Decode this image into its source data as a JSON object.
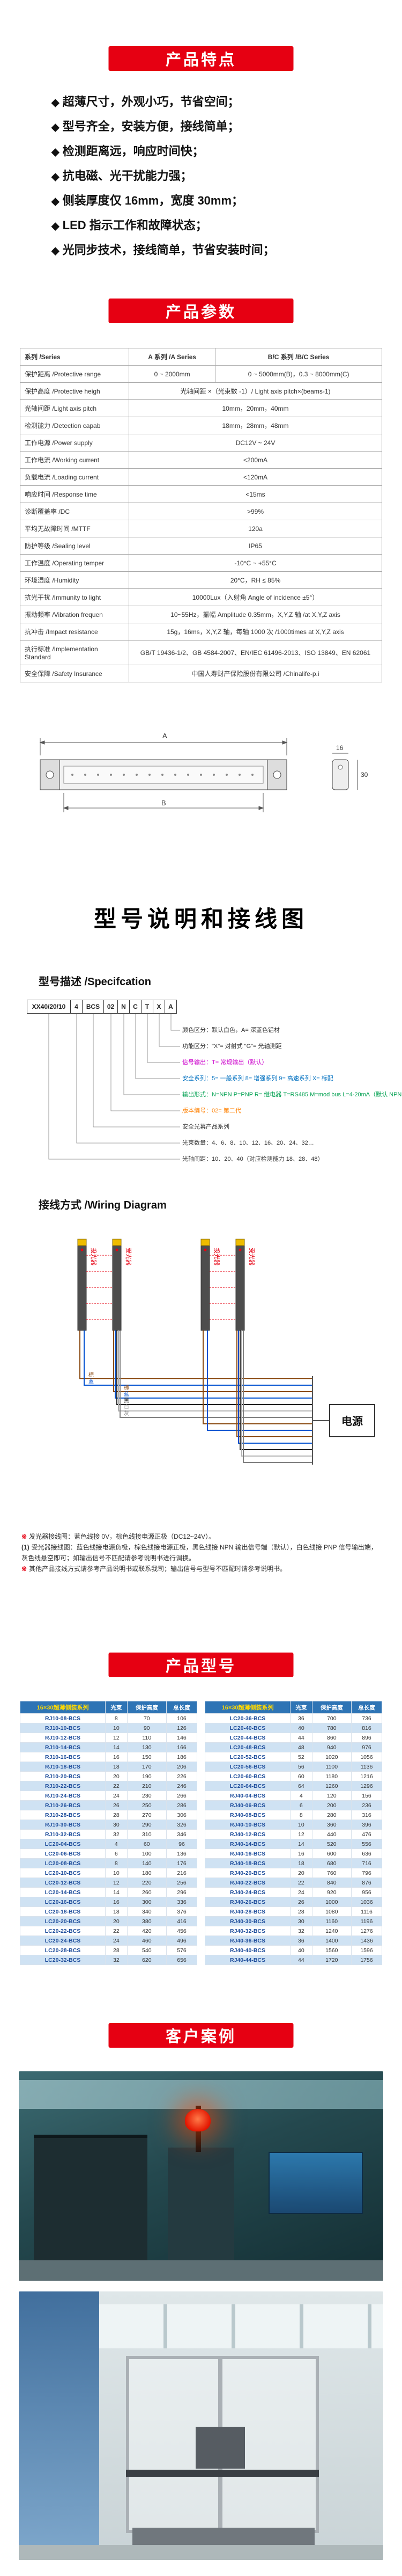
{
  "colors": {
    "accent_red": "#e60012",
    "table_header_blue": "#2e74b5",
    "row_alt_blue": "#cfe2f3",
    "model_text_blue": "#1f4e9c"
  },
  "banners": {
    "features": "产品特点",
    "parameters": "产品参数",
    "models": "产品型号",
    "cases": "客户案例"
  },
  "features": {
    "bullet": "◆",
    "items": [
      "超薄尺寸，外观小巧，节省空间；",
      "型号齐全，安装方便，接线简单；",
      "检测距离远，响应时间快；",
      "抗电磁、光干扰能力强；",
      "侧装厚度仅 16mm，宽度 30mm；",
      "LED 指示工作和故障状态；",
      "光同步技术，接线简单，节省安装时间；"
    ]
  },
  "parameters": {
    "header": [
      "系列 /Series",
      "A 系列 /A Series",
      "B/C 系列 /B/C Series"
    ],
    "rows": [
      {
        "label": "保护距离 /Protective range",
        "a": "0 ~ 2000mm",
        "bc": "0 ~ 5000mm(B)，0.3 ~ 8000mm(C)"
      },
      {
        "label": "保护高度 /Protective heigh",
        "a": "光轴间距 ×（光束数 -1）/ Light axis pitch×(beams-1)",
        "bc": null
      },
      {
        "label": "光轴间距 /Light axis pitch",
        "a": "10mm，20mm，40mm",
        "bc": null
      },
      {
        "label": "检测能力 /Detection capab",
        "a": "18mm，28mm，48mm",
        "bc": null
      },
      {
        "label": "工作电源 /Power supply",
        "a": "DC12V ~ 24V",
        "bc": null
      },
      {
        "label": "工作电流 /Working current",
        "a": "<200mA",
        "bc": null
      },
      {
        "label": "负载电流 /Loading current",
        "a": "<120mA",
        "bc": null
      },
      {
        "label": "响应时间 /Response time",
        "a": "<15ms",
        "bc": null
      },
      {
        "label": "诊断覆盖率 /DC",
        "a": ">99%",
        "bc": null
      },
      {
        "label": "平均无故障时间 /MTTF",
        "a": "120a",
        "bc": null
      },
      {
        "label": "防护等级 /Sealing level",
        "a": "IP65",
        "bc": null
      },
      {
        "label": "工作温度 /Operating temper",
        "a": "-10°C ~ +55°C",
        "bc": null
      },
      {
        "label": "环境湿度 /Humidity",
        "a": "20°C，RH ≤ 85%",
        "bc": null
      },
      {
        "label": "抗光干扰 /Immunity to light",
        "a": "10000Lux（入射角 Angle of incidence ±5°）",
        "bc": null
      },
      {
        "label": "振动频率 /Vibration frequen",
        "a": "10~55Hz，振幅 Amplitude 0.35mm，X,Y,Z 轴 /at X,Y,Z axis",
        "bc": null
      },
      {
        "label": "抗冲击 /Impact resistance",
        "a": "15g，16ms，X,Y,Z 轴，每轴 1000 次 /1000times at X,Y,Z axis",
        "bc": null
      },
      {
        "label": "执行标准 /Implementation Standard",
        "a": "GB/T 19436-1/2、GB 4584-2007、EN/IEC 61496-2013、ISO 13849、EN 62061",
        "bc": null
      },
      {
        "label": "安全保障 /Safety Insurance",
        "a": "中国人寿财产保险股份有限公司 /Chinalife-p.i",
        "bc": null
      }
    ]
  },
  "drawing": {
    "dim_a": "A",
    "dim_b": "B",
    "dim_profile_top": "16",
    "dim_profile_side": "30"
  },
  "model_section": {
    "title": "型号说明和接线图",
    "spec_label": "型号描述 /Specifcation",
    "code_boxes": [
      "XX40/20/10",
      "4",
      "BCS",
      "02",
      "N",
      "C",
      "T",
      "X",
      "A"
    ],
    "explanations": [
      {
        "text": "颜色区分：默认白色，A= 深蓝色铝材",
        "color": "#333333"
      },
      {
        "text": "功能区分：\"X\"= 对射式  \"G\"= 光轴测距",
        "color": "#333333"
      },
      {
        "text": "信号输出：T= 常规输出（默认）",
        "color": "#cc00cc"
      },
      {
        "text": "安全系列：5= 一般系列  8= 增强系列  9= 高速系列  X= 标配",
        "color": "#0070c0"
      },
      {
        "text": "输出形式：N=NPN P=PNP R= 继电器 T=RS485 M=mod bus L=4-20mA（默认 NPN）",
        "color": "#00a050"
      },
      {
        "text": "版本编号：02= 第二代",
        "color": "#ff8000"
      },
      {
        "text": "安全光幕产品系列",
        "color": "#333333"
      },
      {
        "text": "光束数量：4、6、8、10、12、16、20、24、32…",
        "color": "#333333"
      },
      {
        "text": "光轴间距：10、20、40（对应检测能力 18、28、48）",
        "color": "#333333"
      }
    ]
  },
  "wiring": {
    "label": "接线方式 /Wiring Diagram",
    "transmitter_label": "投光器",
    "receiver_label": "受光器",
    "power_label": "电源",
    "wires": [
      {
        "label": "棕",
        "color": "#8a4a12"
      },
      {
        "label": "蓝",
        "color": "#0050d0"
      },
      {
        "label": "黑",
        "color": "#222222"
      },
      {
        "label": "白",
        "color": "#b5b5b5"
      },
      {
        "label": "灰",
        "color": "#808080"
      }
    ],
    "notes": [
      {
        "prefix": "※",
        "prefix_color": "#e60012",
        "body": "发光器接线图：蓝色线接 0V，棕色线接电源正极（DC12~24V）。"
      },
      {
        "prefix": "(1)",
        "prefix_color": "#333333",
        "body": "受光器接线图：蓝色线接电源负极，棕色线接电源正极，黑色线接 NPN 输出信号端（默认），白色线接 PNP 信号输出端，灰色线悬空即可；如输出信号不匹配请参考说明书进行调换。"
      },
      {
        "prefix": "※",
        "prefix_color": "#e60012",
        "body": "其他产品接线方式请参考产品说明书或联系我司；输出信号与型号不匹配时请参考说明书。"
      }
    ]
  },
  "models": {
    "tables": [
      {
        "series_title": "16×30超薄侧装系列",
        "headers": [
          "光束",
          "保护高度",
          "总长度"
        ],
        "rows": [
          [
            "RJ10-08-BCS",
            "8",
            "70",
            "106"
          ],
          [
            "RJ10-10-BCS",
            "10",
            "90",
            "126"
          ],
          [
            "RJ10-12-BCS",
            "12",
            "110",
            "146"
          ],
          [
            "RJ10-14-BCS",
            "14",
            "130",
            "166"
          ],
          [
            "RJ10-16-BCS",
            "16",
            "150",
            "186"
          ],
          [
            "RJ10-18-BCS",
            "18",
            "170",
            "206"
          ],
          [
            "RJ10-20-BCS",
            "20",
            "190",
            "226"
          ],
          [
            "RJ10-22-BCS",
            "22",
            "210",
            "246"
          ],
          [
            "RJ10-24-BCS",
            "24",
            "230",
            "266"
          ],
          [
            "RJ10-26-BCS",
            "26",
            "250",
            "286"
          ],
          [
            "RJ10-28-BCS",
            "28",
            "270",
            "306"
          ],
          [
            "RJ10-30-BCS",
            "30",
            "290",
            "326"
          ],
          [
            "RJ10-32-BCS",
            "32",
            "310",
            "346"
          ],
          [
            "LC20-04-BCS",
            "4",
            "60",
            "96"
          ],
          [
            "LC20-06-BCS",
            "6",
            "100",
            "136"
          ],
          [
            "LC20-08-BCS",
            "8",
            "140",
            "176"
          ],
          [
            "LC20-10-BCS",
            "10",
            "180",
            "216"
          ],
          [
            "LC20-12-BCS",
            "12",
            "220",
            "256"
          ],
          [
            "LC20-14-BCS",
            "14",
            "260",
            "296"
          ],
          [
            "LC20-16-BCS",
            "16",
            "300",
            "336"
          ],
          [
            "LC20-18-BCS",
            "18",
            "340",
            "376"
          ],
          [
            "LC20-20-BCS",
            "20",
            "380",
            "416"
          ],
          [
            "LC20-22-BCS",
            "22",
            "420",
            "456"
          ],
          [
            "LC20-24-BCS",
            "24",
            "460",
            "496"
          ],
          [
            "LC20-28-BCS",
            "28",
            "540",
            "576"
          ],
          [
            "LC20-32-BCS",
            "32",
            "620",
            "656"
          ]
        ]
      },
      {
        "series_title": "16×30超薄侧装系列",
        "headers": [
          "光束",
          "保护高度",
          "总长度"
        ],
        "rows": [
          [
            "LC20-36-BCS",
            "36",
            "700",
            "736"
          ],
          [
            "LC20-40-BCS",
            "40",
            "780",
            "816"
          ],
          [
            "LC20-44-BCS",
            "44",
            "860",
            "896"
          ],
          [
            "LC20-48-BCS",
            "48",
            "940",
            "976"
          ],
          [
            "LC20-52-BCS",
            "52",
            "1020",
            "1056"
          ],
          [
            "LC20-56-BCS",
            "56",
            "1100",
            "1136"
          ],
          [
            "LC20-60-BCS",
            "60",
            "1180",
            "1216"
          ],
          [
            "LC20-64-BCS",
            "64",
            "1260",
            "1296"
          ],
          [
            "RJ40-04-BCS",
            "4",
            "120",
            "156"
          ],
          [
            "RJ40-06-BCS",
            "6",
            "200",
            "236"
          ],
          [
            "RJ40-08-BCS",
            "8",
            "280",
            "316"
          ],
          [
            "RJ40-10-BCS",
            "10",
            "360",
            "396"
          ],
          [
            "RJ40-12-BCS",
            "12",
            "440",
            "476"
          ],
          [
            "RJ40-14-BCS",
            "14",
            "520",
            "556"
          ],
          [
            "RJ40-16-BCS",
            "16",
            "600",
            "636"
          ],
          [
            "RJ40-18-BCS",
            "18",
            "680",
            "716"
          ],
          [
            "RJ40-20-BCS",
            "20",
            "760",
            "796"
          ],
          [
            "RJ40-22-BCS",
            "22",
            "840",
            "876"
          ],
          [
            "RJ40-24-BCS",
            "24",
            "920",
            "956"
          ],
          [
            "RJ40-26-BCS",
            "26",
            "1000",
            "1036"
          ],
          [
            "RJ40-28-BCS",
            "28",
            "1080",
            "1116"
          ],
          [
            "RJ40-30-BCS",
            "30",
            "1160",
            "1196"
          ],
          [
            "RJ40-32-BCS",
            "32",
            "1240",
            "1276"
          ],
          [
            "RJ40-36-BCS",
            "36",
            "1400",
            "1436"
          ],
          [
            "RJ40-40-BCS",
            "40",
            "1560",
            "1596"
          ],
          [
            "RJ40-44-BCS",
            "44",
            "1720",
            "1756"
          ]
        ]
      }
    ]
  }
}
